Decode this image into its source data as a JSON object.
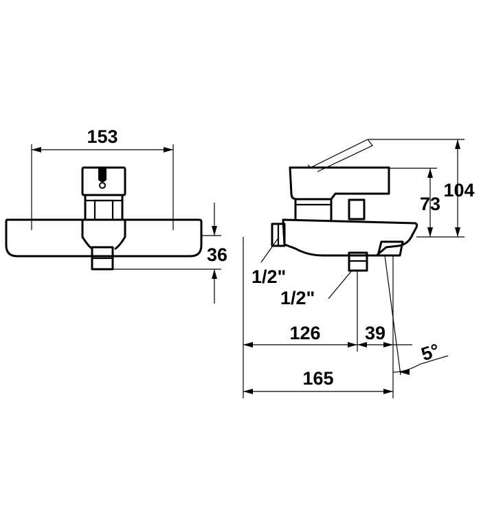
{
  "dimensions": {
    "front_width": "153",
    "front_height": "36",
    "side_total_height": "104",
    "side_spout_height": "73",
    "inlet_thread_left": "1/2\"",
    "inlet_thread_bottom": "1/2\"",
    "horizontal_to_inlet": "126",
    "inlet_to_spout": "39",
    "total_projection": "165",
    "spout_angle": "5°"
  }
}
